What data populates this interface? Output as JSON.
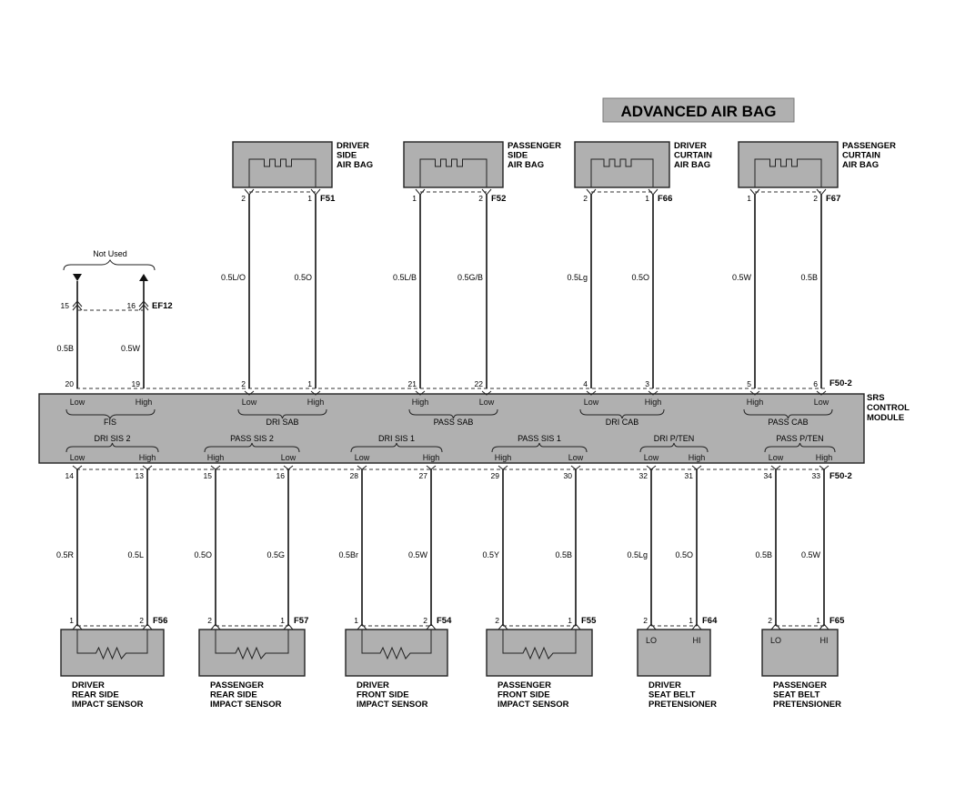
{
  "title": "ADVANCED AIR BAG",
  "module": {
    "label_lines": [
      "SRS",
      "CONTROL",
      "MODULE"
    ],
    "top_connector": "F50-2",
    "bottom_connector": "F50-2"
  },
  "not_used": {
    "label": "Not Used",
    "connector": "EF12",
    "pins": [
      "15",
      "16"
    ],
    "module_pins": [
      "20",
      "19"
    ],
    "wires": [
      "0.5B",
      "0.5W"
    ],
    "terms": [
      "Low",
      "High"
    ],
    "group": "FIS"
  },
  "airbags": [
    {
      "name_lines": [
        "DRIVER",
        "SIDE",
        "AIR BAG"
      ],
      "connector": "F51",
      "pins": [
        "2",
        "1"
      ],
      "wires": [
        "0.5L/O",
        "0.5O"
      ],
      "module_pins": [
        "2",
        "1"
      ],
      "terms": [
        "Low",
        "High"
      ],
      "group": "DRI SAB"
    },
    {
      "name_lines": [
        "PASSENGER",
        "SIDE",
        "AIR BAG"
      ],
      "connector": "F52",
      "pins": [
        "1",
        "2"
      ],
      "wires": [
        "0.5L/B",
        "0.5G/B"
      ],
      "module_pins": [
        "21",
        "22"
      ],
      "terms": [
        "High",
        "Low"
      ],
      "group": "PASS SAB"
    },
    {
      "name_lines": [
        "DRIVER",
        "CURTAIN",
        "AIR BAG"
      ],
      "connector": "F66",
      "pins": [
        "2",
        "1"
      ],
      "wires": [
        "0.5Lg",
        "0.5O"
      ],
      "module_pins": [
        "4",
        "3"
      ],
      "terms": [
        "Low",
        "High"
      ],
      "group": "DRI CAB"
    },
    {
      "name_lines": [
        "PASSENGER",
        "CURTAIN",
        "AIR BAG"
      ],
      "connector": "F67",
      "pins": [
        "1",
        "2"
      ],
      "wires": [
        "0.5W",
        "0.5B"
      ],
      "module_pins": [
        "5",
        "6"
      ],
      "terms": [
        "High",
        "Low"
      ],
      "group": "PASS CAB"
    }
  ],
  "sensors": [
    {
      "name_lines": [
        "DRIVER",
        "REAR SIDE",
        "IMPACT SENSOR"
      ],
      "connector": "F56",
      "pins": [
        "1",
        "2"
      ],
      "wires": [
        "0.5R",
        "0.5L"
      ],
      "module_pins": [
        "14",
        "13"
      ],
      "terms": [
        "Low",
        "High"
      ],
      "group": "DRI SIS 2",
      "device": "resistor"
    },
    {
      "name_lines": [
        "PASSENGER",
        "REAR SIDE",
        "IMPACT SENSOR"
      ],
      "connector": "F57",
      "pins": [
        "2",
        "1"
      ],
      "wires": [
        "0.5O",
        "0.5G"
      ],
      "module_pins": [
        "15",
        "16"
      ],
      "terms": [
        "High",
        "Low"
      ],
      "group": "PASS SIS 2",
      "device": "resistor"
    },
    {
      "name_lines": [
        "DRIVER",
        "FRONT SIDE",
        "IMPACT SENSOR"
      ],
      "connector": "F54",
      "pins": [
        "1",
        "2"
      ],
      "wires": [
        "0.5Br",
        "0.5W"
      ],
      "module_pins": [
        "28",
        "27"
      ],
      "terms": [
        "Low",
        "High"
      ],
      "group": "DRI SIS 1",
      "device": "resistor"
    },
    {
      "name_lines": [
        "PASSENGER",
        "FRONT SIDE",
        "IMPACT SENSOR"
      ],
      "connector": "F55",
      "pins": [
        "2",
        "1"
      ],
      "wires": [
        "0.5Y",
        "0.5B"
      ],
      "module_pins": [
        "29",
        "30"
      ],
      "terms": [
        "High",
        "Low"
      ],
      "group": "PASS SIS 1",
      "device": "resistor"
    },
    {
      "name_lines": [
        "DRIVER",
        "SEAT BELT",
        "PRETENSIONER"
      ],
      "connector": "F64",
      "pins": [
        "2",
        "1"
      ],
      "wires": [
        "0.5Lg",
        "0.5O"
      ],
      "module_pins": [
        "32",
        "31"
      ],
      "terms": [
        "Low",
        "High"
      ],
      "group": "DRI P/TEN",
      "device": "lohi",
      "device_labels": [
        "LO",
        "HI"
      ]
    },
    {
      "name_lines": [
        "PASSENGER",
        "SEAT BELT",
        "PRETENSIONER"
      ],
      "connector": "F65",
      "pins": [
        "2",
        "1"
      ],
      "wires": [
        "0.5B",
        "0.5W"
      ],
      "module_pins": [
        "34",
        "33"
      ],
      "terms": [
        "Low",
        "High"
      ],
      "group": "PASS P/TEN",
      "device": "lohi",
      "device_labels": [
        "LO",
        "HI"
      ]
    }
  ]
}
